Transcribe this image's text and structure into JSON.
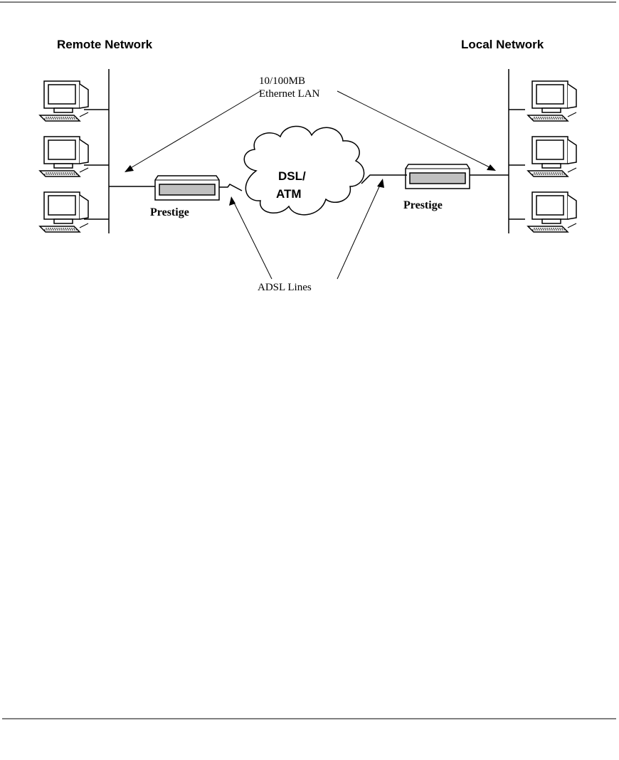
{
  "labels": {
    "remote_network": "Remote Network",
    "local_network": "Local Network",
    "lan_line1": "10/100MB",
    "lan_line2": "Ethernet LAN",
    "cloud_line1": "DSL/",
    "cloud_line2": "ATM",
    "prestige_left": "Prestige",
    "prestige_right": "Prestige",
    "adsl_lines": "ADSL Lines"
  },
  "icons": {
    "computer": "computer-icon",
    "router": "router-icon",
    "cloud": "cloud-icon"
  },
  "colors": {
    "line": "#000000",
    "router_fill": "#c0c0c0",
    "screen_fill": "#ffffff"
  }
}
